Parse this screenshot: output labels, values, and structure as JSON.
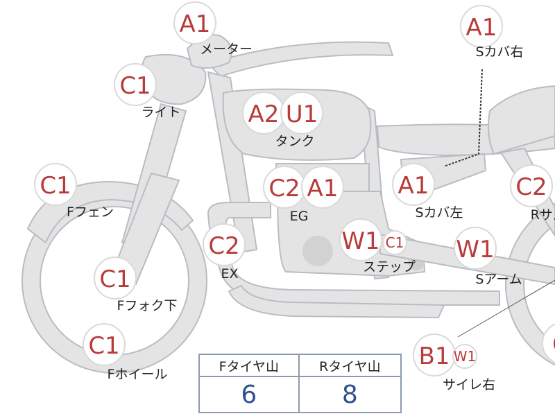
{
  "parts": [
    {
      "id": "meter",
      "codes": [
        "A1"
      ],
      "label": "メーター"
    },
    {
      "id": "s-cover-right",
      "codes": [
        "A1"
      ],
      "label": "Sカバ右"
    },
    {
      "id": "light",
      "codes": [
        "C1"
      ],
      "label": "ライト"
    },
    {
      "id": "tank",
      "codes": [
        "A2",
        "U1"
      ],
      "label": "タンク"
    },
    {
      "id": "f-fender",
      "codes": [
        "C1"
      ],
      "label": "Fフェン"
    },
    {
      "id": "engine",
      "codes": [
        "C2",
        "A1"
      ],
      "label": "EG"
    },
    {
      "id": "s-cover-left",
      "codes": [
        "A1"
      ],
      "label": "Sカバ左"
    },
    {
      "id": "r-side",
      "codes": [
        "C2"
      ],
      "label": "Rサス"
    },
    {
      "id": "exhaust",
      "codes": [
        "C2"
      ],
      "label": "EX"
    },
    {
      "id": "step",
      "codes": [
        "W1",
        "C1"
      ],
      "label": "ステップ"
    },
    {
      "id": "swing-arm",
      "codes": [
        "W1"
      ],
      "label": "Sアーム"
    },
    {
      "id": "f-fork-lower",
      "codes": [
        "C1"
      ],
      "label": "Fフォク下"
    },
    {
      "id": "f-wheel",
      "codes": [
        "C1"
      ],
      "label": "Fホイール"
    },
    {
      "id": "silencer-right",
      "codes": [
        "B1",
        "W1"
      ],
      "label": "サイレ右"
    },
    {
      "id": "r-wheel",
      "codes": [
        "C"
      ],
      "label": ""
    }
  ],
  "tread": {
    "front_label": "Fタイヤ山",
    "rear_label": "Rタイヤ山",
    "front_value": "6",
    "rear_value": "8"
  },
  "colors": {
    "part_fill": "#e4e4e4",
    "part_outline": "#b8bcc4",
    "code_text": "#b83a3a",
    "value_text": "#2f4f8f",
    "table_border": "#8c9aae"
  }
}
